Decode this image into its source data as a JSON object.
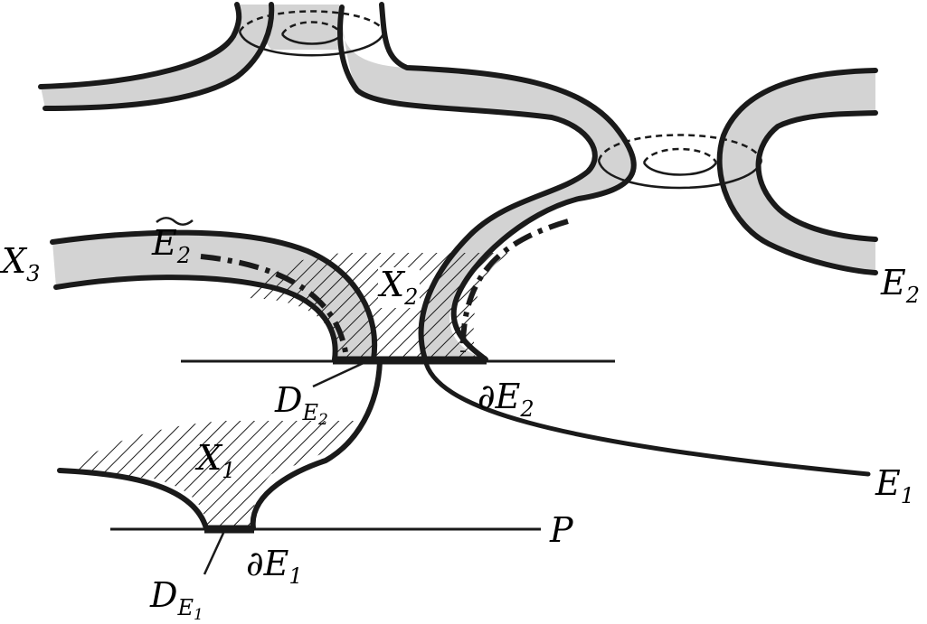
{
  "colors": {
    "ink": "#1a1a1a",
    "fill": "#d3d3d3",
    "background": "#ffffff"
  },
  "labels": {
    "x3": {
      "base": "X",
      "sub": "3"
    },
    "e2_tilde": {
      "base": "E",
      "sub": "2"
    },
    "x2": {
      "base": "X",
      "sub": "2"
    },
    "e2": {
      "base": "E",
      "sub": "2"
    },
    "d_e2": {
      "base": "D",
      "sub_base": "E",
      "sub_sub": "2"
    },
    "boundary_e2": {
      "base": "∂E",
      "sub": "2"
    },
    "x1": {
      "base": "X",
      "sub": "1"
    },
    "e1": {
      "base": "E",
      "sub": "1"
    },
    "p": {
      "base": "P"
    },
    "boundary_e1": {
      "base": "∂E",
      "sub": "1"
    },
    "d_e1": {
      "base": "D",
      "sub_base": "E",
      "sub_sub": "1"
    }
  }
}
